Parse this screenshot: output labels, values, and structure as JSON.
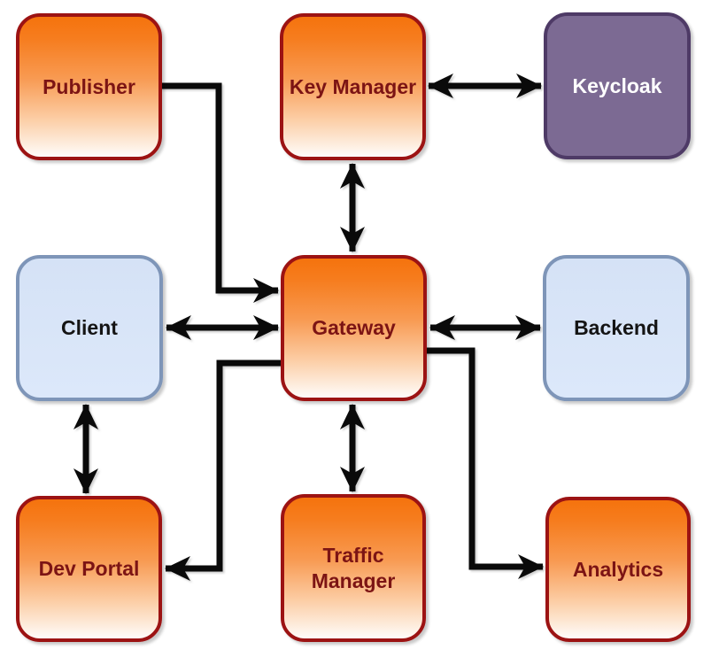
{
  "diagram": {
    "colors": {
      "canvas_bg": "#ffffff",
      "line": "#0a0a0a",
      "orange_top": "#f5730d",
      "orange_bottom": "#fefcfa",
      "orange_border": "#9c1313",
      "orange_text": "#7c1414",
      "blue_fill_top": "#d5e2f6",
      "blue_fill_bottom": "#dce8fa",
      "blue_border": "#7e95b8",
      "blue_text": "#141414",
      "purple_fill": "#7c6a93",
      "purple_border": "#4e3a66",
      "purple_text": "#ffffff"
    },
    "nodes": [
      {
        "id": "publisher",
        "label": "Publisher",
        "type": "orange"
      },
      {
        "id": "key-manager",
        "label": "Key Manager",
        "type": "orange"
      },
      {
        "id": "keycloak",
        "label": "Keycloak",
        "type": "purple"
      },
      {
        "id": "client",
        "label": "Client",
        "type": "blue"
      },
      {
        "id": "gateway",
        "label": "Gateway",
        "type": "orange"
      },
      {
        "id": "backend",
        "label": "Backend",
        "type": "blue"
      },
      {
        "id": "dev-portal",
        "label": "Dev Portal",
        "type": "orange"
      },
      {
        "id": "traffic-manager",
        "label": "Traffic Manager",
        "type": "orange"
      },
      {
        "id": "analytics",
        "label": "Analytics",
        "type": "orange"
      }
    ],
    "edges": [
      {
        "from": "key-manager",
        "to": "keycloak",
        "bidirectional": true
      },
      {
        "from": "key-manager",
        "to": "gateway",
        "bidirectional": true
      },
      {
        "from": "publisher",
        "to": "gateway",
        "bidirectional": false
      },
      {
        "from": "client",
        "to": "gateway",
        "bidirectional": true
      },
      {
        "from": "gateway",
        "to": "backend",
        "bidirectional": true
      },
      {
        "from": "gateway",
        "to": "traffic-manager",
        "bidirectional": true
      },
      {
        "from": "client",
        "to": "dev-portal",
        "bidirectional": true
      },
      {
        "from": "gateway",
        "to": "dev-portal",
        "bidirectional": false
      },
      {
        "from": "gateway",
        "to": "analytics",
        "bidirectional": false
      }
    ]
  }
}
